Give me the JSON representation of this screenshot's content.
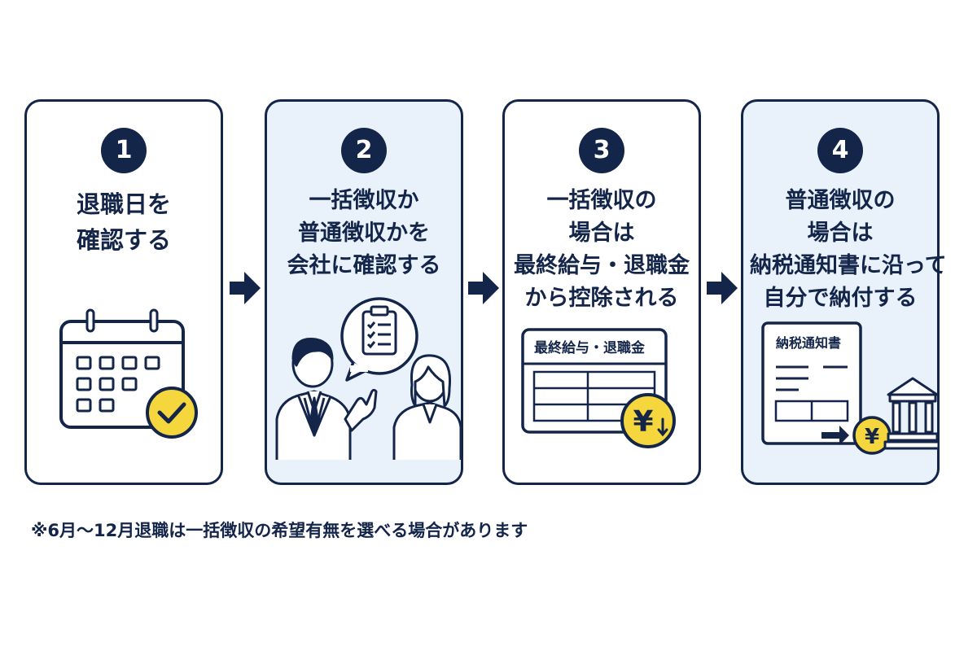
{
  "steps": [
    {
      "number": "1",
      "title_lines": [
        "退職日を",
        "確認する"
      ]
    },
    {
      "number": "2",
      "title_lines": [
        "一括徴収か",
        "普通徴収かを",
        "会社に確認する"
      ]
    },
    {
      "number": "3",
      "title_lines": [
        "一括徴収の",
        "場合は",
        "最終給与・退職金",
        "から控除される"
      ],
      "document_label": "最終給与・退職金",
      "coin_symbol": "¥"
    },
    {
      "number": "4",
      "title_lines": [
        "普通徴収の",
        "場合は",
        "納税通知書に沿って",
        "自分で納付する"
      ],
      "document_label": "納税通知書",
      "coin_symbol": "¥"
    }
  ],
  "footnote": "※6月〜12月退職は一括徴収の希望有無を選べる場合があります",
  "colors": {
    "navy": "#14254a",
    "tint": "#e9f1fb",
    "yellow": "#f5d63d"
  },
  "icons": [
    "calendar-icon",
    "check-icon",
    "clipboard-icon",
    "speech-bubble-icon",
    "person-man-icon",
    "person-woman-icon",
    "payslip-document-icon",
    "yen-coin-icon",
    "down-arrow-icon",
    "tax-notice-document-icon",
    "bank-icon",
    "right-arrow-icon"
  ]
}
